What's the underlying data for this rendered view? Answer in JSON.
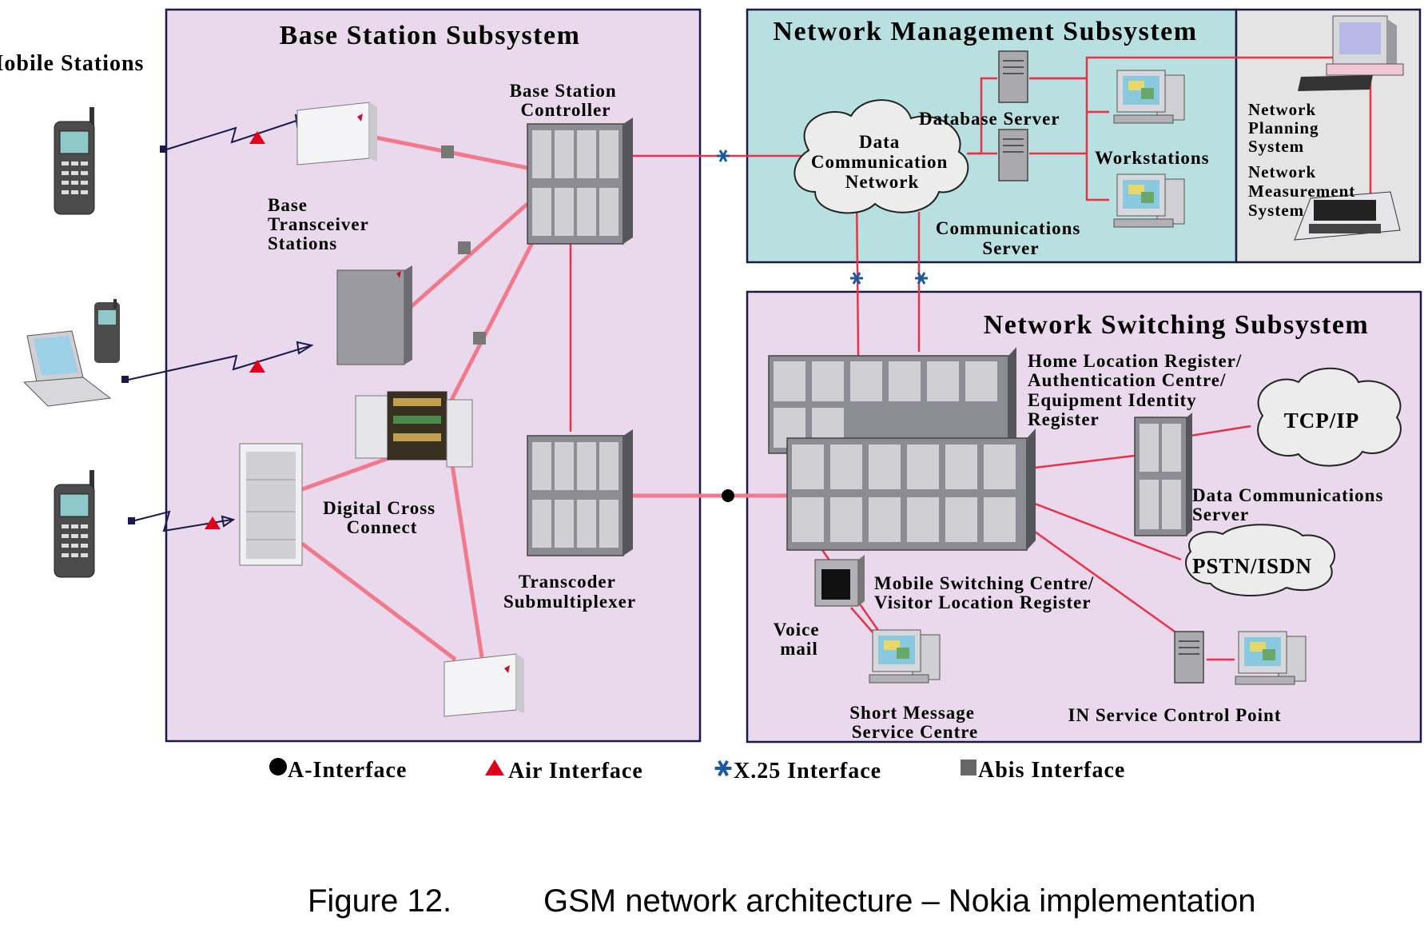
{
  "subsystems": {
    "bss": "Base Station Subsystem",
    "nms": "Network Management Subsystem",
    "nss": "Network Switching Subsystem"
  },
  "labels": {
    "mobile_stations": "Mobile Stations",
    "bsc": [
      "Base Station",
      "Controller"
    ],
    "bts": [
      "Base",
      "Transceiver",
      "Stations"
    ],
    "dcc": [
      "Digital Cross",
      "Connect"
    ],
    "transcoder": [
      "Transcoder",
      "Submultiplexer"
    ],
    "dcn": [
      "Data",
      "Communication",
      "Network"
    ],
    "db_server": "Database Server",
    "workstations": "Workstations",
    "comm_server": [
      "Communications",
      "Server"
    ],
    "net_planning": [
      "Network",
      "Planning",
      "System"
    ],
    "net_measurement": [
      "Network",
      "Measurement",
      "System"
    ],
    "hlr": [
      "Home Location Register/",
      "Authentication Centre/",
      "Equipment Identity",
      "Register"
    ],
    "tcpip": "TCP/IP",
    "data_comm_server": [
      "Data Communications",
      "Server"
    ],
    "pstn": "PSTN/ISDN",
    "msc": [
      "Mobile Switching Centre/",
      "Visitor Location Register"
    ],
    "voice_mail": [
      "Voice",
      "mail"
    ],
    "smsc": [
      "Short Message",
      "Service Centre"
    ],
    "in_scp": "IN Service Control Point"
  },
  "legend": {
    "a_interface": "A-Interface",
    "air_interface": "Air Interface",
    "x25_interface": "X.25 Interface",
    "abis_interface": "Abis Interface"
  },
  "caption": {
    "number": "Figure 12.",
    "text": "GSM network architecture – Nokia implementation"
  },
  "colors": {
    "bss_fill": "#ead8ec",
    "nms_fill": "#b9e0e0",
    "nss_fill": "#ead8ec",
    "tools_fill": "#e4e4e4",
    "link_red": "#e8324a",
    "abis_pink": "#f07a8c",
    "air_triangle": "#e0001a",
    "x25_star": "#1a5aa0"
  }
}
